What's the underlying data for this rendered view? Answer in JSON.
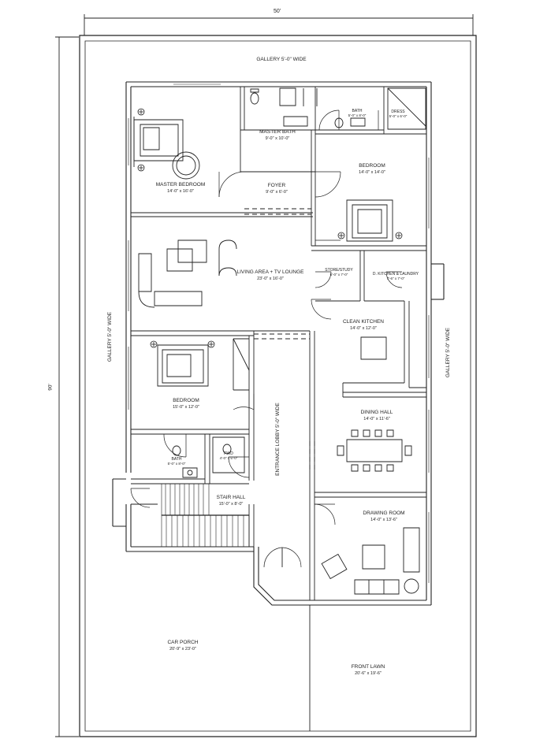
{
  "dimensions": {
    "width": "50'",
    "depth": "90'"
  },
  "galleries": {
    "top": "GALLERY 5'-0\" WIDE",
    "left": "GALLERY 5'-0\" WIDE",
    "right": "GALLERY 5'-0\" WIDE"
  },
  "rooms": {
    "master_bath": {
      "name": "MASTER BATH",
      "size": "9'-0\" x 10'-0\""
    },
    "bath_top": {
      "name": "BATH",
      "size": "5'-0\" x 8'-0\""
    },
    "dress": {
      "name": "DRESS",
      "size": "5'-0\" x 6'-0\""
    },
    "master_bedroom": {
      "name": "MASTER BEDROOM",
      "size": "14'-0\" x 16'-0\""
    },
    "foyer": {
      "name": "FOYER",
      "size": "9'-0\" x 6'-0\""
    },
    "bedroom_right": {
      "name": "BEDROOM",
      "size": "14'-0\" x 14'-0\""
    },
    "living": {
      "name": "LIVING AREA + TV LOUNGE",
      "size": "23'-0\" x 16'-0\""
    },
    "store": {
      "name": "STORE/STUDY",
      "size": "6'-0\" x 7'-0\""
    },
    "dirty_kitchen": {
      "name": "D. KITCHEN & LAUNDRY",
      "size": "7'-6\" x 7'-0\""
    },
    "clean_kitchen": {
      "name": "CLEAN KITCHEN",
      "size": "14'-0\" x 12'-0\""
    },
    "bedroom_left": {
      "name": "BEDROOM",
      "size": "15'-0\" x 12'-0\""
    },
    "entrance_lobby": {
      "name": "ENTRANCE LOBBY 5'-0\" WIDE"
    },
    "dining": {
      "name": "DINING HALL",
      "size": "14'-0\" x 11'-6\""
    },
    "bath_left": {
      "name": "BATH",
      "size": "5'-0\" x 8'-0\""
    },
    "pwd": {
      "name": "PWD",
      "size": "4'-0\" x 5'-0\""
    },
    "stair_hall": {
      "name": "STAIR HALL",
      "size": "15'-0\" x 8'-0\""
    },
    "drawing": {
      "name": "DRAWING ROOM",
      "size": "14'-0\" x 13'-6\""
    },
    "car_porch": {
      "name": "CAR PORCH",
      "size": "20'-9\" x 23'-0\""
    },
    "front_lawn": {
      "name": "FRONT LAWN",
      "size": "20'-6\" x 19'-6\""
    }
  }
}
